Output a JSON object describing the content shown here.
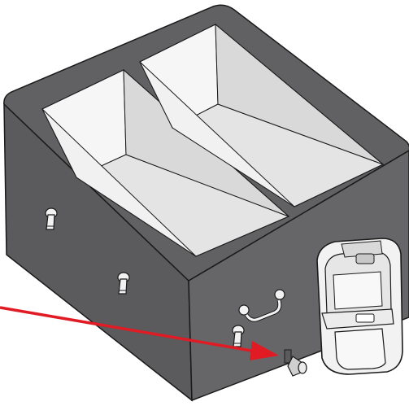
{
  "figure": {
    "subject": "two-compartment-sink-unit",
    "colors": {
      "body_dark": "#5b5b5d",
      "body_side": "#666668",
      "top_rim": "#616163",
      "basin_floor": "#ededed",
      "basin_wall_light": "#f4f4f4",
      "basin_wall_shade": "#d9d9d9",
      "outline": "#1a1a1a",
      "arrow": "#e01b24",
      "dispenser_body": "#f2f2f2",
      "fitting": "#cfcfcf"
    },
    "icons": [
      "bracket-mount",
      "handle",
      "drain-valve",
      "soap-dispenser",
      "pointer-arrow"
    ]
  }
}
